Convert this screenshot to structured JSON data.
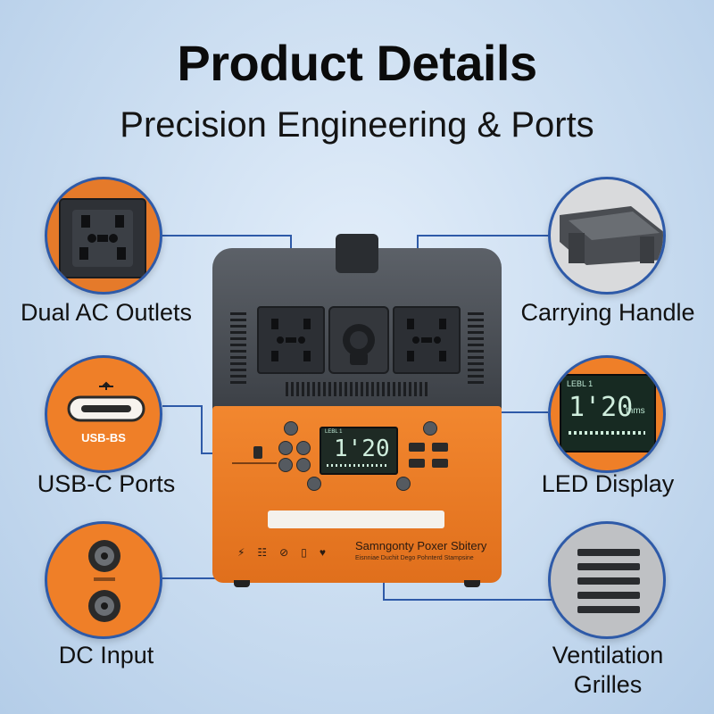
{
  "header": {
    "title": "Product Details",
    "subtitle": "Precision Engineering & Ports"
  },
  "features": {
    "ac_outlets": "Dual AC Outlets",
    "usbc_ports": "USB-C Ports",
    "dc_input": "DC Input",
    "carrying_handle": "Carrying Handle",
    "led_display": "LED Display",
    "ventilation_line1": "Ventilation",
    "ventilation_line2": "Grilles"
  },
  "callouts": {
    "usb_text": "USB-BS",
    "display_reading": "1'20",
    "display_unit": "thms",
    "display_small": "LEBL 1"
  },
  "device": {
    "lcd_reading": "1'20",
    "lcd_small": "LEBL 1",
    "brand_name": "Samngonty Poxer Sbitery",
    "brand_tagline": "Eisnniae Duchit Dego Pohnterd Stampsine"
  },
  "colors": {
    "accent_orange": "#ef7f28",
    "line_blue": "#2e5aa8",
    "device_gray": "#4a4e54"
  }
}
